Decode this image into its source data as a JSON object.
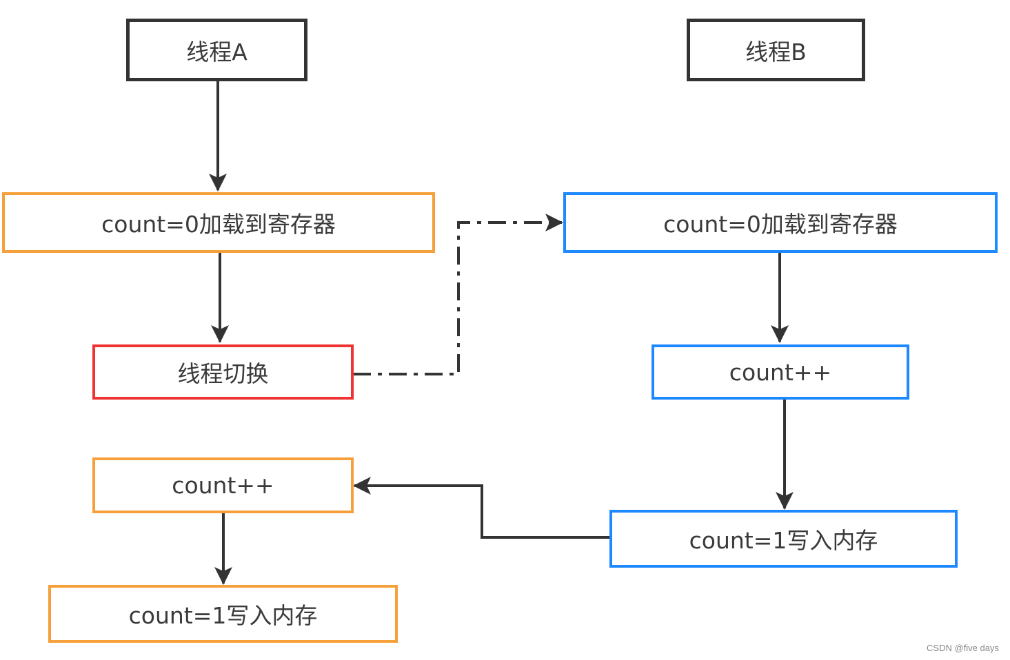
{
  "nodes": {
    "thread_a": "线程A",
    "thread_b": "线程B",
    "a_load": "count=0加载到寄存器",
    "a_switch": "线程切换",
    "a_incr": "count++",
    "a_write": "count=1写入内存",
    "b_load": "count=0加载到寄存器",
    "b_incr": "count++",
    "b_write": "count=1写入内存"
  },
  "colors": {
    "thread_border": "#333333",
    "orange_border": "#f5a03a",
    "blue_border": "#1e88ff",
    "red_border": "#ef3333",
    "arrow": "#333333"
  },
  "watermark": "CSDN @five days"
}
